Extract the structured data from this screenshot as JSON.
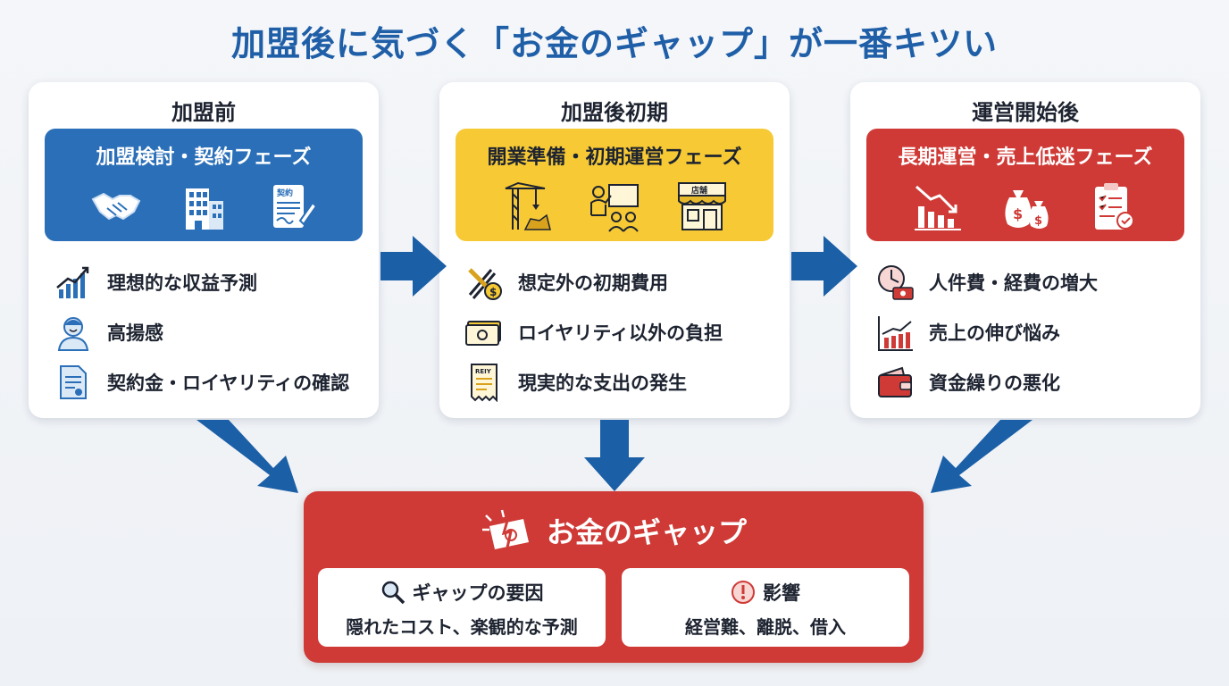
{
  "title": "加盟後に気づく「お金のギャップ」が一番キツい",
  "stages": [
    {
      "header": "加盟前",
      "banner_title": "加盟検討・契約フェーズ",
      "banner_icons": [
        "handshake-icon",
        "office-building-icon",
        "contract-document-icon"
      ],
      "contract_label": "契約",
      "items": [
        {
          "icon": "rising-chart-icon",
          "text": "理想的な収益予測"
        },
        {
          "icon": "person-icon",
          "text": "高揚感"
        },
        {
          "icon": "document-icon",
          "text": "契約金・ロイヤリティの確認"
        }
      ]
    },
    {
      "header": "加盟後初期",
      "banner_title": "開業準備・初期運営フェーズ",
      "banner_icons": [
        "construction-crane-icon",
        "training-presentation-icon",
        "store-icon"
      ],
      "store_label": "店舗",
      "items": [
        {
          "icon": "tools-money-icon",
          "text": "想定外の初期費用"
        },
        {
          "icon": "cash-icon",
          "text": "ロイヤリティ以外の負担"
        },
        {
          "icon": "receipt-icon",
          "text": "現実的な支出の発生"
        }
      ],
      "receipt_label": "REIY"
    },
    {
      "header": "運営開始後",
      "banner_title": "長期運営・売上低迷フェーズ",
      "banner_icons": [
        "declining-chart-icon",
        "money-bags-icon",
        "checklist-clipboard-icon"
      ],
      "items": [
        {
          "icon": "clock-money-icon",
          "text": "人件費・経費の増大"
        },
        {
          "icon": "flat-chart-icon",
          "text": "売上の伸び悩み"
        },
        {
          "icon": "wallet-icon",
          "text": "資金繰りの悪化"
        }
      ]
    }
  ],
  "gap": {
    "title": "お金のギャップ",
    "icon": "broken-money-icon",
    "causes": {
      "icon": "magnifier-icon",
      "title": "ギャップの要因",
      "body": "隠れたコスト、楽観的な予測"
    },
    "impact": {
      "icon": "warning-icon",
      "title": "影響",
      "body": "経営難、離脱、借入"
    }
  },
  "colors": {
    "title_blue": "#1f5fa8",
    "arrow_blue": "#1b5fa7",
    "banner_blue": "#2a6fb8",
    "banner_yellow": "#f6c935",
    "banner_red": "#cf3a36",
    "gap_red": "#cf3a36"
  }
}
